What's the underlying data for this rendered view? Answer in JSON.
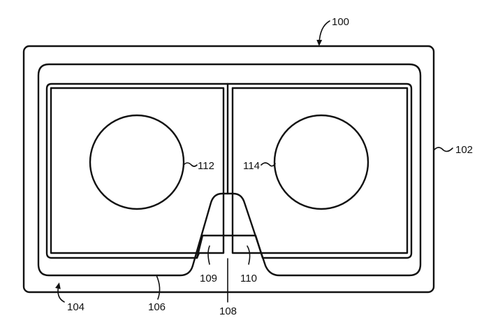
{
  "figure": {
    "labels": {
      "device": "100",
      "outer_housing": "102",
      "arrow_104": "104",
      "bottom_edge": "106",
      "nose_center": "108",
      "left_nose_side": "109",
      "right_nose_side": "110",
      "left_lens": "112",
      "right_lens": "114"
    }
  }
}
